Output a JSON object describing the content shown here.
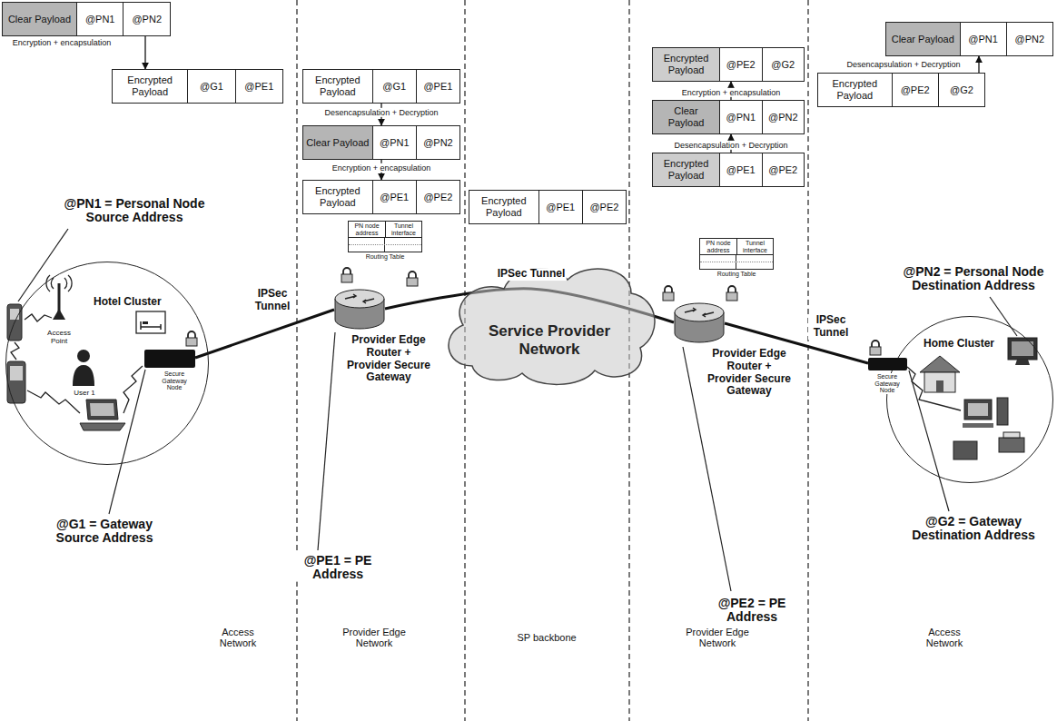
{
  "diagram": {
    "nodes": [
      {
        "text": [
          "Clear Payload",
          "@PN1",
          "@PN2"
        ]
      },
      {
        "text": [
          "Encrypted Payload",
          "@G1",
          "@PE1"
        ]
      },
      {
        "text": [
          "Encrypted Payload",
          "@G1",
          "@PE1"
        ]
      },
      {
        "text": [
          "Clear Payload",
          "@PN1",
          "@PN2"
        ]
      },
      {
        "text": [
          "Encrypted Payload",
          "@PE1",
          "@PE2"
        ]
      },
      {
        "text": [
          "Encrypted Payload",
          "@PE1",
          "@PE2"
        ]
      },
      {
        "text": [
          "Encrypted Payload",
          "@PE2",
          "@G2"
        ]
      },
      {
        "text": [
          "Clear Payload",
          "@PN1",
          "@PN2"
        ]
      },
      {
        "text": [
          "Encrypted Payload",
          "@PE1",
          "@PE2"
        ]
      },
      {
        "text": [
          "Encrypted Payload",
          "@PE2",
          "@G2"
        ]
      },
      {
        "text": [
          "Clear Payload",
          "@PN1",
          "@PN2"
        ]
      },
      {
        "text": [
          "PN node address",
          "Tunnel interface",
          "Routing Table"
        ]
      },
      {
        "text": [
          "PN node address",
          "Tunnel interface",
          "Routing Table"
        ]
      },
      {
        "text": [
          "Hotel Cluster"
        ]
      },
      {
        "text": [
          "Secure Gateway Node"
        ],
        "in": 13
      },
      {
        "text": [
          "Provider Edge Router + Provider Secure Gateway"
        ]
      },
      {
        "text": [
          "Service Provider Network"
        ]
      },
      {
        "text": [
          "Provider Edge Router + Provider Secure Gateway"
        ]
      },
      {
        "text": [
          "Home Cluster"
        ]
      },
      {
        "text": [
          "Secure Gateway Node"
        ],
        "in": 18
      }
    ],
    "edges": [
      {
        "from": 0,
        "to": 1,
        "arrow": "to",
        "label": "Encryption + encapsulation"
      },
      {
        "from": 2,
        "to": 3,
        "arrow": "to",
        "label": "Desencapsulation + Decryption"
      },
      {
        "from": 3,
        "to": 4,
        "arrow": "to",
        "label": "Encryption + encapsulation"
      },
      {
        "from": 8,
        "to": 7,
        "arrow": "to",
        "label": "Desencapsulation + Decryption"
      },
      {
        "from": 7,
        "to": 6,
        "arrow": "to",
        "label": "Encryption + encapsulation"
      },
      {
        "from": 9,
        "to": 10,
        "arrow": "to",
        "label": "Desencapsulation + Decryption"
      },
      {
        "from": 14,
        "to": 15,
        "arrow": "none",
        "label": "IPSec Tunnel"
      },
      {
        "from": 15,
        "to": 17,
        "arrow": "none",
        "label": "IPSec Tunnel"
      },
      {
        "from": 17,
        "to": 19,
        "arrow": "none",
        "label": "IPSec Tunnel"
      }
    ],
    "labels": [
      "@PN1 = Personal Node Source Address",
      "Access Point",
      "User 1",
      "@G1 = Gateway Source Address",
      "@PE1 = PE Address",
      "@PN2 = Personal Node Destination Address",
      "@PE2 = PE Address",
      "@G2 = Gateway Destination Address",
      "Access Network",
      "Provider Edge Network",
      "SP backbone",
      "Provider Edge Network",
      "Access Network"
    ]
  }
}
